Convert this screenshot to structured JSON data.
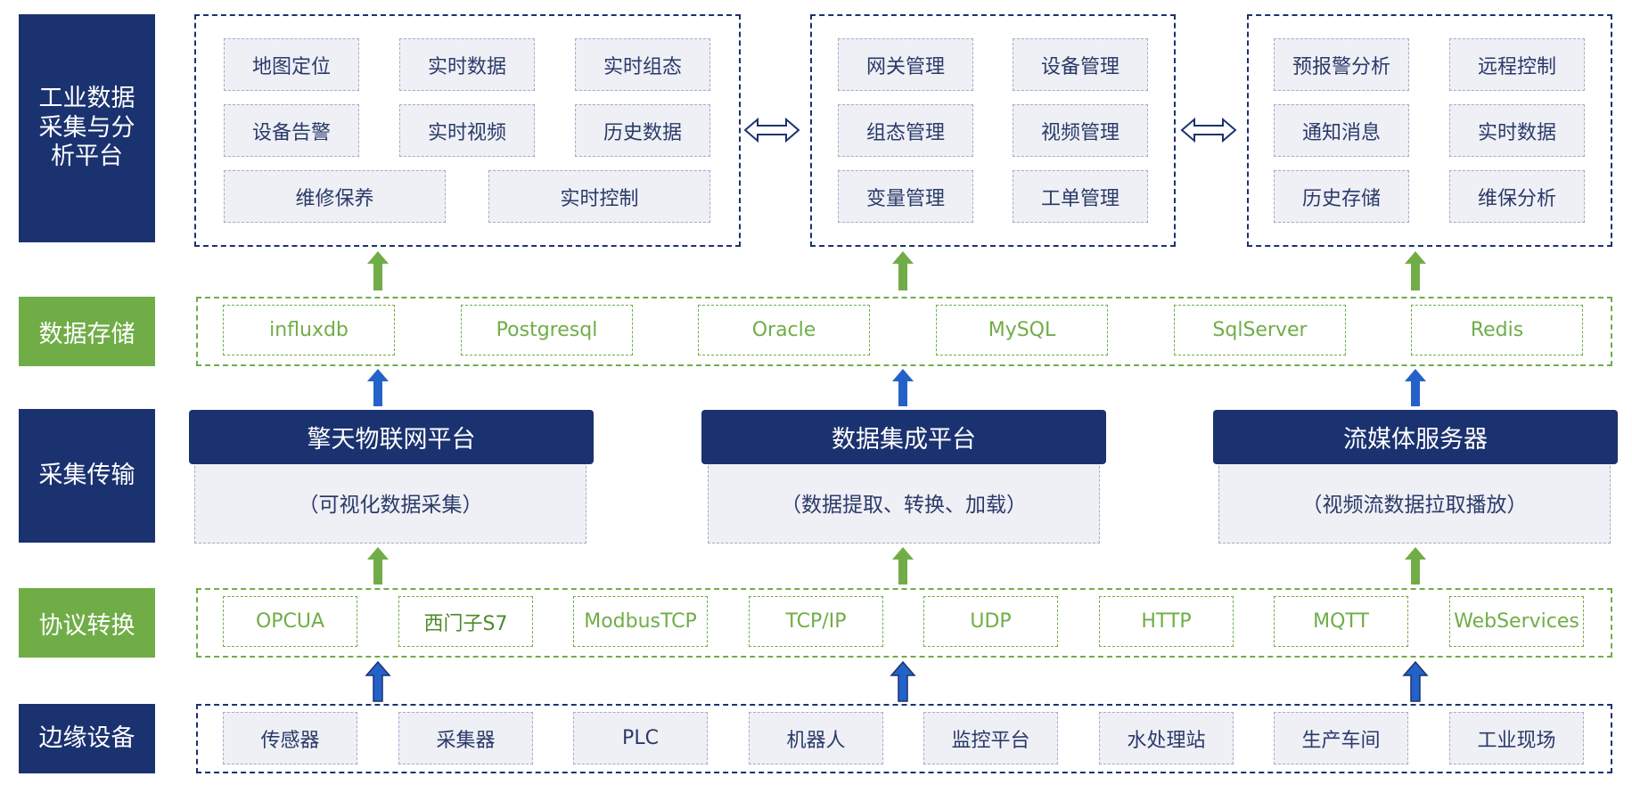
{
  "colors": {
    "navy": "#1b3270",
    "green": "#70ad47",
    "blue_arrow": "#2462c8",
    "cell_bg": "#eef0f6"
  },
  "left_labels": {
    "analytics": "工业数据采集与分析平台",
    "storage": "数据存储",
    "collection": "采集传输",
    "protocol": "协议转换",
    "edge": "边缘设备"
  },
  "top_group_1": {
    "cells": [
      "地图定位",
      "实时数据",
      "实时组态",
      "设备告警",
      "实时视频",
      "历史数据"
    ],
    "wide_cells": [
      "维修保养",
      "实时控制"
    ]
  },
  "top_group_2": {
    "cells": [
      "网关管理",
      "设备管理",
      "组态管理",
      "视频管理",
      "变量管理",
      "工单管理"
    ]
  },
  "top_group_3": {
    "cells": [
      "预报警分析",
      "远程控制",
      "通知消息",
      "实时数据",
      "历史存储",
      "维保分析"
    ]
  },
  "storage": {
    "items": [
      "influxdb",
      "Postgresql",
      "Oracle",
      "MySQL",
      "SqlServer",
      "Redis"
    ]
  },
  "platforms": [
    {
      "title": "擎天物联网平台",
      "desc": "（可视化数据采集）"
    },
    {
      "title": "数据集成平台",
      "desc": "（数据提取、转换、加载）"
    },
    {
      "title": "流媒体服务器",
      "desc": "（视频流数据拉取播放）"
    }
  ],
  "protocols": {
    "items": [
      "OPCUA",
      "西门子S7",
      "ModbusTCP",
      "TCP/IP",
      "UDP",
      "HTTP",
      "MQTT",
      "WebServices"
    ]
  },
  "edge_devices": {
    "items": [
      "传感器",
      "采集器",
      "PLC",
      "机器人",
      "监控平台",
      "水处理站",
      "生产车间",
      "工业现场"
    ]
  }
}
